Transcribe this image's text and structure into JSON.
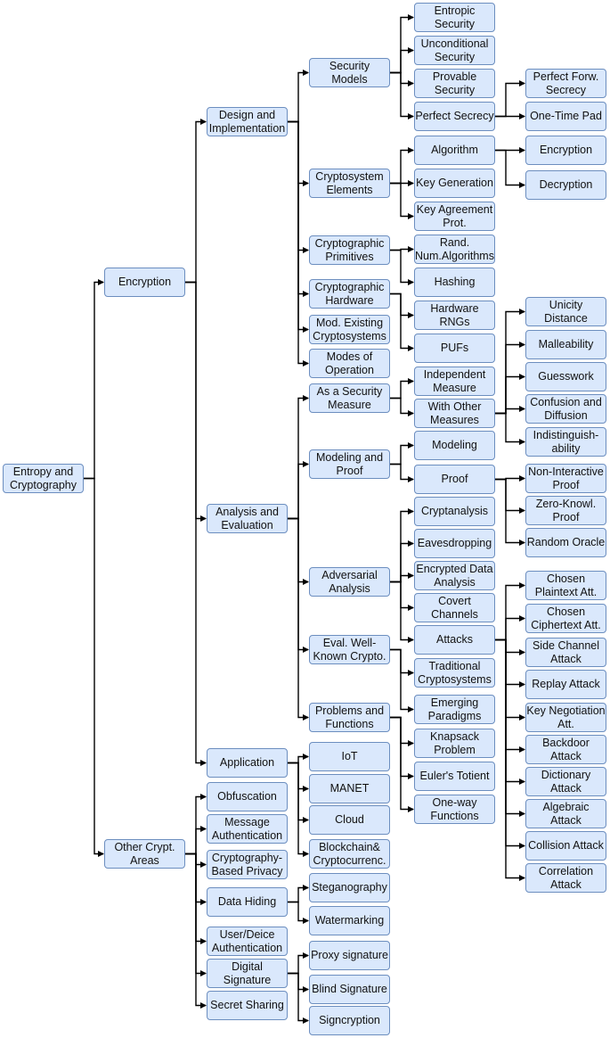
{
  "nodes": {
    "root": "Entropy and\nCryptography",
    "encryption": "Encryption",
    "other_areas": "Other Crypt.\nAreas",
    "design": "Design and\nImplementation",
    "analysis": "Analysis and\nEvaluation",
    "application": "Application",
    "obfuscation": "Obfuscation",
    "message_auth": "Message\nAuthentication",
    "crypto_privacy": "Cryptography-\nBased Privacy",
    "data_hiding": "Data Hiding",
    "user_auth": "User/Deice\nAuthentication",
    "digital_signature": "Digital\nSignature",
    "secret_sharing": "Secret Sharing",
    "security_models": "Security\nModels",
    "cryptosystem_elements": "Cryptosystem\nElements",
    "crypto_primitives": "Cryptographic\nPrimitives",
    "crypto_hardware": "Cryptographic\nHardware",
    "mod_existing": "Mod. Existing\nCryptosystems",
    "modes_operation": "Modes of\nOperation",
    "security_measure": "As a Security\nMeasure",
    "modeling_proof": "Modeling and\nProof",
    "adversarial": "Adversarial\nAnalysis",
    "eval_wellknown": "Eval. Well-\nKnown Crypto.",
    "problems_functions": "Problems and\nFunctions",
    "iot": "IoT",
    "manet": "MANET",
    "cloud": "Cloud",
    "blockchain": "Blockchain&\nCryptocurrenc.",
    "steganography": "Steganography",
    "watermarking": "Watermarking",
    "proxy_signature": "Proxy signature",
    "blind_signature": "Blind Signature",
    "signcryption": "Signcryption",
    "entropic_security": "Entropic\nSecurity",
    "unconditional_security": "Unconditional\nSecurity",
    "provable_security": "Provable\nSecurity",
    "perfect_secrecy": "Perfect Secrecy",
    "algorithm": "Algorithm",
    "key_generation": "Key Generation",
    "key_agreement": "Key Agreement\nProt.",
    "rand_num": "Rand.\nNum.Algorithms",
    "hashing": "Hashing",
    "hardware_rngs": "Hardware\nRNGs",
    "pufs": "PUFs",
    "independent_measure": "Independent\nMeasure",
    "with_other_measures": "With Other\nMeasures",
    "modeling": "Modeling",
    "proof": "Proof",
    "cryptanalysis": "Cryptanalysis",
    "eavesdropping": "Eavesdropping",
    "encrypted_data_analysis": "Encrypted Data\nAnalysis",
    "covert_channels": "Covert\nChannels",
    "attacks": "Attacks",
    "traditional_cryptosystems": "Traditional\nCryptosystems",
    "emerging_paradigms": "Emerging\nParadigms",
    "knapsack": "Knapsack\nProblem",
    "eulers_totient": "Euler's Totient",
    "oneway_functions": "One-way\nFunctions",
    "perfect_forward_secrecy": "Perfect Forw.\nSecrecy",
    "one_time_pad": "One-Time Pad",
    "encryption_leaf": "Encryption",
    "decryption": "Decryption",
    "unicity_distance": "Unicity\nDistance",
    "malleability": "Malleability",
    "guesswork": "Guesswork",
    "confusion_diffusion": "Confusion and\nDiffusion",
    "indistinguishability": "Indistinguish-\nability",
    "non_interactive_proof": "Non-Interactive\nProof",
    "zero_knowledge_proof": "Zero-Knowl.\nProof",
    "random_oracle": "Random Oracle",
    "chosen_plaintext": "Chosen\nPlaintext Att.",
    "chosen_ciphertext": "Chosen\nCiphertext Att.",
    "side_channel": "Side Channel\nAttack",
    "replay_attack": "Replay Attack",
    "key_negotiation": "Key Negotiation\nAtt.",
    "backdoor_attack": "Backdoor\nAttack",
    "dictionary_attack": "Dictionary\nAttack",
    "algebraic_attack": "Algebraic\nAttack",
    "collision_attack": "Collision Attack",
    "correlation_attack": "Correlation\nAttack"
  },
  "edges": [
    [
      "root",
      "encryption"
    ],
    [
      "root",
      "other_areas"
    ],
    [
      "encryption",
      "design"
    ],
    [
      "encryption",
      "analysis"
    ],
    [
      "encryption",
      "application"
    ],
    [
      "other_areas",
      "obfuscation"
    ],
    [
      "other_areas",
      "message_auth"
    ],
    [
      "other_areas",
      "crypto_privacy"
    ],
    [
      "other_areas",
      "data_hiding"
    ],
    [
      "other_areas",
      "user_auth"
    ],
    [
      "other_areas",
      "digital_signature"
    ],
    [
      "other_areas",
      "secret_sharing"
    ],
    [
      "design",
      "security_models"
    ],
    [
      "design",
      "cryptosystem_elements"
    ],
    [
      "design",
      "crypto_primitives"
    ],
    [
      "design",
      "crypto_hardware"
    ],
    [
      "design",
      "mod_existing"
    ],
    [
      "design",
      "modes_operation"
    ],
    [
      "analysis",
      "security_measure"
    ],
    [
      "analysis",
      "modeling_proof"
    ],
    [
      "analysis",
      "adversarial"
    ],
    [
      "analysis",
      "eval_wellknown"
    ],
    [
      "analysis",
      "problems_functions"
    ],
    [
      "application",
      "iot"
    ],
    [
      "application",
      "manet"
    ],
    [
      "application",
      "cloud"
    ],
    [
      "application",
      "blockchain"
    ],
    [
      "data_hiding",
      "steganography"
    ],
    [
      "data_hiding",
      "watermarking"
    ],
    [
      "digital_signature",
      "proxy_signature"
    ],
    [
      "digital_signature",
      "blind_signature"
    ],
    [
      "digital_signature",
      "signcryption"
    ],
    [
      "security_models",
      "entropic_security"
    ],
    [
      "security_models",
      "unconditional_security"
    ],
    [
      "security_models",
      "provable_security"
    ],
    [
      "security_models",
      "perfect_secrecy"
    ],
    [
      "cryptosystem_elements",
      "algorithm"
    ],
    [
      "cryptosystem_elements",
      "key_generation"
    ],
    [
      "cryptosystem_elements",
      "key_agreement"
    ],
    [
      "crypto_primitives",
      "rand_num"
    ],
    [
      "crypto_primitives",
      "hashing"
    ],
    [
      "crypto_hardware",
      "hardware_rngs"
    ],
    [
      "crypto_hardware",
      "pufs"
    ],
    [
      "security_measure",
      "independent_measure"
    ],
    [
      "security_measure",
      "with_other_measures"
    ],
    [
      "modeling_proof",
      "modeling"
    ],
    [
      "modeling_proof",
      "proof"
    ],
    [
      "adversarial",
      "cryptanalysis"
    ],
    [
      "adversarial",
      "eavesdropping"
    ],
    [
      "adversarial",
      "encrypted_data_analysis"
    ],
    [
      "adversarial",
      "covert_channels"
    ],
    [
      "adversarial",
      "attacks"
    ],
    [
      "eval_wellknown",
      "traditional_cryptosystems"
    ],
    [
      "eval_wellknown",
      "emerging_paradigms"
    ],
    [
      "problems_functions",
      "knapsack"
    ],
    [
      "problems_functions",
      "eulers_totient"
    ],
    [
      "problems_functions",
      "oneway_functions"
    ],
    [
      "perfect_secrecy",
      "perfect_forward_secrecy"
    ],
    [
      "perfect_secrecy",
      "one_time_pad"
    ],
    [
      "algorithm",
      "encryption_leaf"
    ],
    [
      "algorithm",
      "decryption"
    ],
    [
      "with_other_measures",
      "unicity_distance"
    ],
    [
      "with_other_measures",
      "malleability"
    ],
    [
      "with_other_measures",
      "guesswork"
    ],
    [
      "with_other_measures",
      "confusion_diffusion"
    ],
    [
      "with_other_measures",
      "indistinguishability"
    ],
    [
      "proof",
      "non_interactive_proof"
    ],
    [
      "proof",
      "zero_knowledge_proof"
    ],
    [
      "proof",
      "random_oracle"
    ],
    [
      "attacks",
      "chosen_plaintext"
    ],
    [
      "attacks",
      "chosen_ciphertext"
    ],
    [
      "attacks",
      "side_channel"
    ],
    [
      "attacks",
      "replay_attack"
    ],
    [
      "attacks",
      "key_negotiation"
    ],
    [
      "attacks",
      "backdoor_attack"
    ],
    [
      "attacks",
      "dictionary_attack"
    ],
    [
      "attacks",
      "algebraic_attack"
    ],
    [
      "attacks",
      "collision_attack"
    ],
    [
      "attacks",
      "correlation_attack"
    ]
  ],
  "colors": {
    "node_fill": "#dae8fc",
    "node_border": "#6c8ebf",
    "connector": "#000000"
  }
}
